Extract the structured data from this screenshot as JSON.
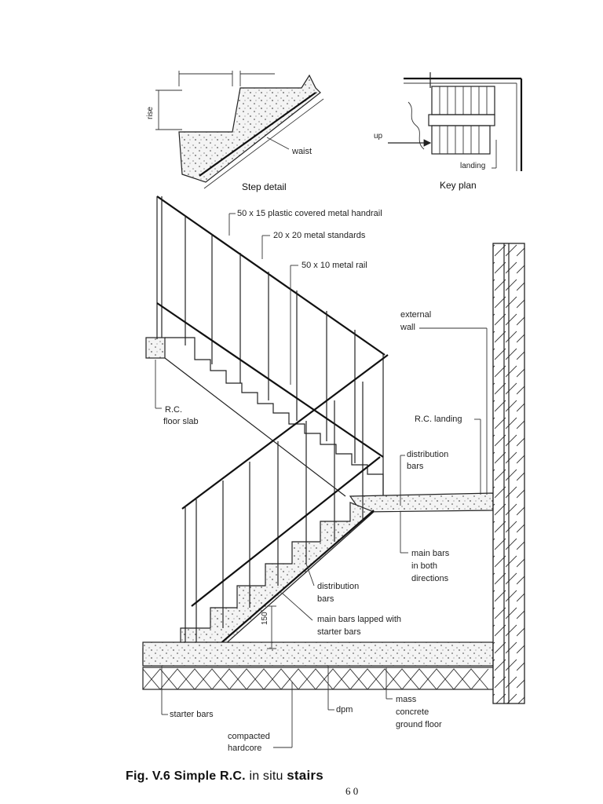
{
  "step_detail": {
    "title": "Step detail",
    "rise_label": "rise",
    "waist_label": "waist"
  },
  "key_plan": {
    "title": "Key plan",
    "up_label": "up",
    "landing_label": "landing"
  },
  "section": {
    "handrail_label": "50 x 15 plastic covered metal handrail",
    "standards_label": "20 x 20 metal standards",
    "rail_label": "50 x 10 metal rail",
    "external_wall_label": [
      "external",
      "wall"
    ],
    "floor_slab_label": [
      "R.C.",
      "floor slab"
    ],
    "landing_label": "R.C. landing",
    "distribution_bars_top": [
      "distribution",
      "bars"
    ],
    "main_bars_label": [
      "main bars",
      "in both",
      "directions"
    ],
    "distribution_bars_mid": [
      "distribution",
      "bars"
    ],
    "main_bars_lapped_label": [
      "main bars lapped with",
      "starter bars"
    ],
    "dimension_150": "150",
    "starter_bars_label": "starter bars",
    "dpm_label": "dpm",
    "compacted_hardcore_label": [
      "compacted",
      "hardcore"
    ],
    "ground_floor_label": [
      "mass",
      "concrete",
      "ground floor"
    ]
  },
  "caption": {
    "prefix": "Fig. V.6  Simple R.C. ",
    "middle": "in situ ",
    "emphasis": "stairs"
  },
  "page_number": "6 0"
}
